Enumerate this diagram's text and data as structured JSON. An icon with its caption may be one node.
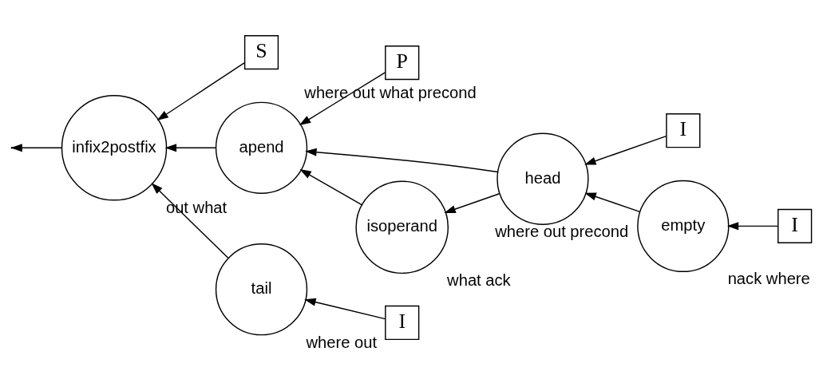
{
  "diagram": {
    "nodes": [
      {
        "text": [
          "tail"
        ],
        "beside": [
          "where",
          "out"
        ]
      },
      {
        "text": [
          "I"
        ]
      },
      {
        "text": [
          "I"
        ]
      },
      {
        "text": [
          "I"
        ]
      },
      {
        "text": [
          "S"
        ]
      },
      {
        "text": [
          "P"
        ]
      },
      {
        "text": [
          "head"
        ],
        "beside": [
          "where",
          "out",
          "precond"
        ]
      },
      {
        "text": [
          "empty"
        ],
        "beside": [
          "nack",
          "where"
        ]
      },
      {
        "text": [
          "infix2postfix"
        ],
        "beside": [
          "out",
          "what"
        ]
      },
      {
        "text": [
          "apend"
        ],
        "beside": [
          "where",
          "out",
          "what",
          "precond"
        ]
      },
      {
        "text": [
          "isoperand"
        ],
        "beside": [
          "what",
          "ack"
        ]
      }
    ],
    "edges": [
      {
        "from": 1,
        "to": 0,
        "arrow": "to"
      },
      {
        "from": 0,
        "to": 8,
        "arrow": "to"
      },
      {
        "from": 4,
        "to": 8,
        "arrow": "to"
      },
      {
        "from": 9,
        "to": 8,
        "arrow": "to"
      },
      {
        "from": 5,
        "to": 9,
        "arrow": "to"
      },
      {
        "from": 6,
        "to": 9,
        "arrow": "to"
      },
      {
        "from": 6,
        "to": 10,
        "arrow": "to"
      },
      {
        "from": 10,
        "to": 9,
        "arrow": "to"
      },
      {
        "from": 2,
        "to": 6,
        "arrow": "to"
      },
      {
        "from": 7,
        "to": 6,
        "arrow": "to"
      },
      {
        "from": 3,
        "to": 7,
        "arrow": "to"
      },
      {
        "from": 8,
        "to": null,
        "arrow": "to"
      }
    ]
  }
}
